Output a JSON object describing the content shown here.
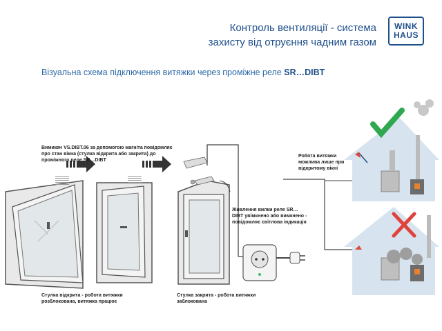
{
  "header": {
    "title_line1": "Контроль вентиляції  - система",
    "title_line2": "захисту від отруєння чадним газом",
    "logo_line1": "WINK",
    "logo_line2": "HAUS"
  },
  "subtitle": {
    "text": "Візуальна схема підключення витяжки через проміжне реле ",
    "relay": "SR…DIBT"
  },
  "notes": {
    "switch_description": "Вимикач VS.DIBT.06 за допомогою магніта повідомляє про стан вікна (стулка відкрита або закрита) до проміжного реле SR…DIBT",
    "sash_open": "Стулка відкрита - робота витяжки розблокована, витяжка працює",
    "sash_closed": "Стулка закрита - робота витяжки заблокована",
    "relay_power": "Живлення вилки реле SR…DIBT увімкнено або вимкнено - повідомляє світлова індикація",
    "hood_condition": "Робота витяжки можлива лише при відкритому вікні"
  },
  "colors": {
    "accent": "#1f4f8a",
    "ok": "#2fa84f",
    "error": "#e0433c",
    "house": "#d7e3ee"
  }
}
